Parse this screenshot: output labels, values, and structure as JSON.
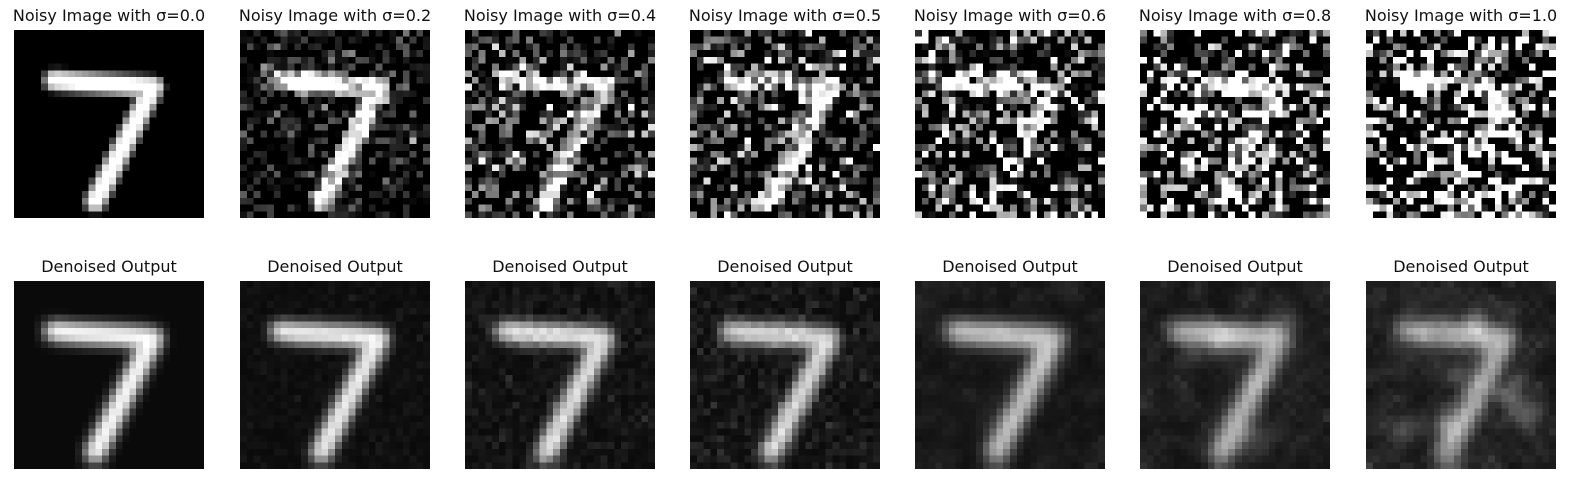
{
  "rows": [
    {
      "kind": "noisy",
      "panels": [
        {
          "title": "Noisy Image with σ=0.0",
          "sigma": 0.0
        },
        {
          "title": "Noisy Image with σ=0.2",
          "sigma": 0.2
        },
        {
          "title": "Noisy Image with σ=0.4",
          "sigma": 0.4
        },
        {
          "title": "Noisy Image with σ=0.5",
          "sigma": 0.5
        },
        {
          "title": "Noisy Image with σ=0.6",
          "sigma": 0.6
        },
        {
          "title": "Noisy Image with σ=0.8",
          "sigma": 0.8
        },
        {
          "title": "Noisy Image with σ=1.0",
          "sigma": 1.0
        }
      ]
    },
    {
      "kind": "denoised",
      "panels": [
        {
          "title": "Denoised Output",
          "sigma": 0.0
        },
        {
          "title": "Denoised Output",
          "sigma": 0.2
        },
        {
          "title": "Denoised Output",
          "sigma": 0.4
        },
        {
          "title": "Denoised Output",
          "sigma": 0.5
        },
        {
          "title": "Denoised Output",
          "sigma": 0.6
        },
        {
          "title": "Denoised Output",
          "sigma": 0.8
        },
        {
          "title": "Denoised Output",
          "sigma": 1.0
        }
      ]
    }
  ]
}
